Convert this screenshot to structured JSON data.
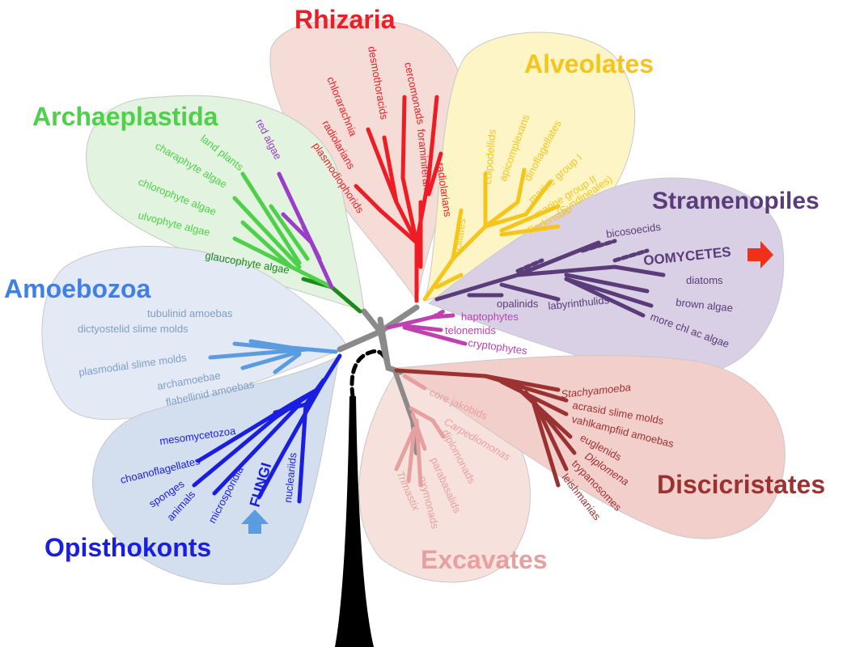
{
  "groups": {
    "rhizaria": {
      "title": "Rhizaria",
      "color": "#ee1c25",
      "petal": "#f6dcd6"
    },
    "alveolates": {
      "title": "Alveolates",
      "color": "#f5c51c",
      "petal": "#fdf5c6"
    },
    "archaeplastida": {
      "title": "Archaeplastida",
      "color": "#4fd04a",
      "petal": "#e2f3df"
    },
    "stramenopiles": {
      "title": "Stramenopiles",
      "color": "#5a3c78",
      "petal": "#d9d0e6"
    },
    "amoebozoa": {
      "title": "Amoebozoa",
      "color": "#3f7fe6",
      "petal": "#e4eaf5"
    },
    "opisthokonts": {
      "title": "Opisthokonts",
      "color": "#1a1ee0",
      "petal": "#d3deef"
    },
    "excavates": {
      "title": "Excavates",
      "color": "#e6a0a0",
      "petal": "#f7e1dc"
    },
    "discicristates": {
      "title": "Discicristates",
      "color": "#9b3232",
      "petal": "#f3cfcb"
    }
  },
  "leaves": {
    "rhizaria": [
      "desmothoracids",
      "cercomonads",
      "chlorarachnia",
      "radiolarians",
      "foraminiferans",
      "plasmodiophorids",
      "radiolarians"
    ],
    "alveolates": [
      "ciliates",
      "colpodellids",
      "apicomplexans",
      "dinoflagellates",
      "marine group I",
      "marine group II",
      "(Syndineales)",
      "Perkinsus"
    ],
    "archaeplastida": [
      "red algae",
      "land plants",
      "charaphyte algae",
      "chlorophyte algae",
      "ulvophyte algae",
      "glaucophyte algae"
    ],
    "stramenopiles": [
      "bicosoecids",
      "OOMYCETES",
      "diatoms",
      "brown algae",
      "more chl ac algae",
      "labyrinthulids",
      "opalinids"
    ],
    "hacrobia": [
      "haptophytes",
      "telonemids",
      "cryptophytes"
    ],
    "amoebozoa": [
      "tubulinid amoebas",
      "dictyostelid slime molds",
      "plasmodial slime molds",
      "archamoebae",
      "flabellinid amoebas"
    ],
    "opisthokonts": [
      "mesomycetozoa",
      "choanoflagellates",
      "sponges",
      "animals",
      "microsporidia",
      "FUNGI",
      "nucleariids"
    ],
    "excavates": [
      "core jakobids",
      "Carpediomonas",
      "diplomonads",
      "parabasalids",
      "oxymonads",
      "Trimastix"
    ],
    "discicristates": [
      "Stachyamoeba",
      "acrasid slime molds",
      "vahlkampfiid amoebas",
      "euglenids",
      "Diplomena",
      "trypanosomes",
      "leishmanias"
    ]
  },
  "colors": {
    "hacrobia": "#c040b0",
    "trunk": "#000000",
    "branch_gray": "#8a8a8a",
    "archae_dark": "#1a8a1a",
    "red_algae": "#9a3ec8",
    "amoebozoa_branch": "#5b9be0",
    "amoebozoa_text": "#7e9ec8",
    "oomycetes_arrow": "#f03018",
    "fungi_arrow": "#5b9be0"
  },
  "icons": {
    "oomycetes_marker": "right-pointing-arrow-icon",
    "fungi_marker": "up-pointing-arrow-icon"
  }
}
